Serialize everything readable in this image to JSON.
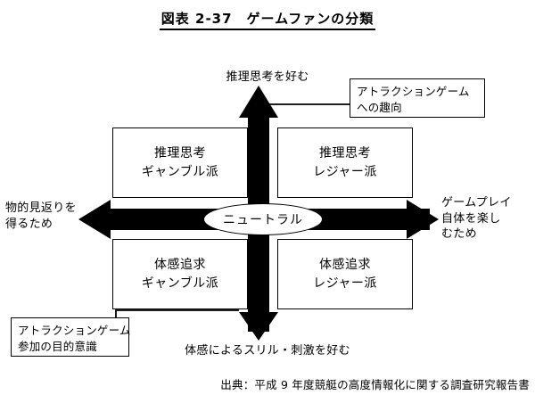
{
  "title": "図表 2-37　ゲームファンの分類",
  "axes": {
    "top_label": "推理思考を好む",
    "bottom_label": "体感によるスリル・刺激を好む",
    "left_label_line1": "物的見返りを",
    "left_label_line2": "得るため",
    "right_label_line1": "ゲームプレイ",
    "right_label_line2": "自体を楽し",
    "right_label_line3": "むため"
  },
  "center": {
    "label": "ニュートラル"
  },
  "quadrants": [
    {
      "id": "top-left",
      "line1": "推理思考",
      "line2": "ギャンブル派"
    },
    {
      "id": "top-right",
      "line1": "推理思考",
      "line2": "レジャー派"
    },
    {
      "id": "bottom-left",
      "line1": "体感追求",
      "line2": "ギャンブル派"
    },
    {
      "id": "bottom-right",
      "line1": "体感追求",
      "line2": "レジャー派"
    }
  ],
  "callouts": {
    "top_right": {
      "line1": "アトラクションゲーム",
      "line2": "への趣向"
    },
    "bottom_left": {
      "line1": "アトラクションゲーム",
      "line2": "参加の目的意識"
    }
  },
  "source": "出典：平成 9 年度競艇の高度情報化に関する調査研究報告書",
  "colors": {
    "ink": "#000000",
    "paper": "#ffffff"
  }
}
